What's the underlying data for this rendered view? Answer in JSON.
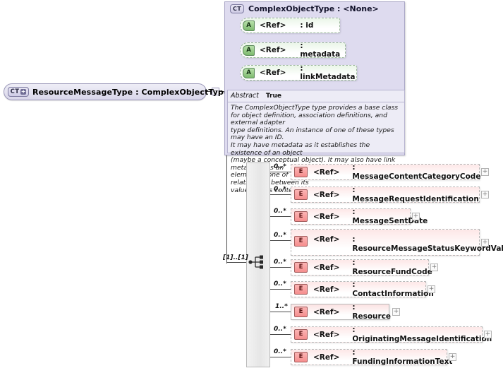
{
  "diagram": {
    "kind": "xsd-schema-diagram",
    "root": {
      "icon": "complextype-plus-icon",
      "badge_label": "CT",
      "label": "ResourceMessageType : ComplexObjectType",
      "expander": "-"
    },
    "base_type_panel": {
      "icon": "complextype-icon",
      "badge_label": "CT",
      "title": "ComplexObjectType : <None>",
      "attributes": [
        {
          "badge_label": "A",
          "ref": "<Ref>",
          "name": ": id"
        },
        {
          "badge_label": "A",
          "ref": "<Ref>",
          "name": ": metadata"
        },
        {
          "badge_label": "A",
          "ref": "<Ref>",
          "name": ": linkMetadata"
        }
      ],
      "documentation": {
        "abstract_key": "Abstract",
        "abstract_value": "True",
        "text": "The ComplexObjectType type provides a base class\nfor object definition, association definitions, and external adapter\ntype definitions. An instance of one of these types may have an ID.\nIt may have metadata as it establishes the existence of an object\n(maybe a conceptual object). It may also have link metadata, as an\nelement of one of these types establishes a relationship between its\nvalue and its context."
      }
    },
    "compositor": {
      "icon": "sequence-icon",
      "cardinality": "[1]..[1]"
    },
    "elements": [
      {
        "badge_label": "E",
        "ref": "<Ref>",
        "name": ": MessageContentCategoryCode",
        "cardinality": "0..*",
        "required": false,
        "expander": "+"
      },
      {
        "badge_label": "E",
        "ref": "<Ref>",
        "name": ": MessageRequestIdentification",
        "cardinality": "0..*",
        "required": false,
        "expander": "+"
      },
      {
        "badge_label": "E",
        "ref": "<Ref>",
        "name": ": MessageSentDate",
        "cardinality": "0..*",
        "required": false,
        "expander": "+"
      },
      {
        "badge_label": "E",
        "ref": "<Ref>",
        "name": ": ResourceMessageStatusKeywordValue",
        "cardinality": "0..*",
        "required": false,
        "expander": "+"
      },
      {
        "badge_label": "E",
        "ref": "<Ref>",
        "name": ": ResourceFundCode",
        "cardinality": "0..*",
        "required": false,
        "expander": "+"
      },
      {
        "badge_label": "E",
        "ref": "<Ref>",
        "name": ": ContactInformation",
        "cardinality": "0..*",
        "required": false,
        "expander": "+"
      },
      {
        "badge_label": "E",
        "ref": "<Ref>",
        "name": ": Resource",
        "cardinality": "1..*",
        "required": true,
        "expander": "+"
      },
      {
        "badge_label": "E",
        "ref": "<Ref>",
        "name": ": OriginatingMessageIdentification",
        "cardinality": "0..*",
        "required": false,
        "expander": "+"
      },
      {
        "badge_label": "E",
        "ref": "<Ref>",
        "name": ": FundingInformationText",
        "cardinality": "0..*",
        "required": false,
        "expander": "+"
      }
    ],
    "colors": {
      "panel_fill": "#dedbef",
      "attribute_fill": "#eaf6e8",
      "element_fill": "#fde7e7",
      "line": "#4a4a4a"
    }
  }
}
